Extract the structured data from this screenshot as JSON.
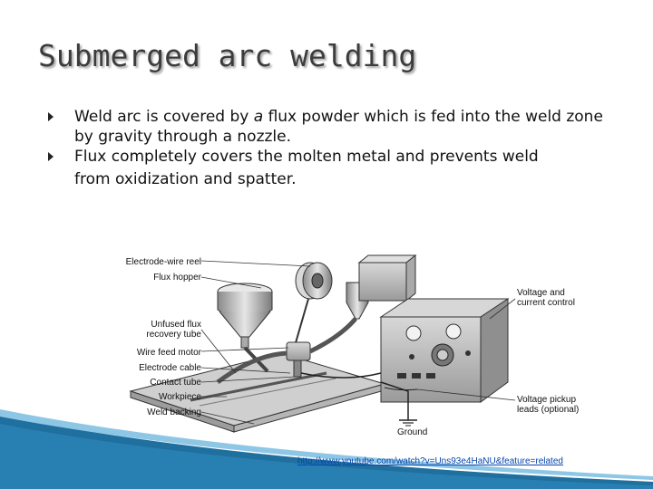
{
  "slide": {
    "title": "Submerged arc welding",
    "bullets": [
      {
        "pre": "Weld arc is covered by ",
        "em": "a",
        "post": " flux powder which is fed into the weld zone by gravity through a nozzle.",
        "tail": ""
      },
      {
        "pre": "Flux completely covers the molten metal and prevents weld",
        "em": "",
        "post": "",
        "tail": "from oxidization and spatter."
      }
    ]
  },
  "figure": {
    "labels": {
      "electrode_wire_reel": "Electrode-wire reel",
      "flux_hopper": "Flux hopper",
      "unfused_flux_1": "Unfused flux",
      "unfused_flux_2": "recovery tube",
      "wire_feed_motor": "Wire feed motor",
      "electrode_cable": "Electrode cable",
      "contact_tube": "Contact tube",
      "workpiece": "Workpiece",
      "weld_backing": "Weld backing",
      "voltage_control_1": "Voltage and",
      "voltage_control_2": "current control",
      "voltage_pickup_1": "Voltage pickup",
      "voltage_pickup_2": "leads (optional)",
      "ground": "Ground"
    }
  },
  "reference": {
    "url": "http://www.youtube.com/watch?v=Uns93e4HaNU&feature=related"
  },
  "colors": {
    "swoosh_dark": "#1f6f9f",
    "swoosh_light": "#8ec7e6",
    "title": "#3c3c3c"
  }
}
